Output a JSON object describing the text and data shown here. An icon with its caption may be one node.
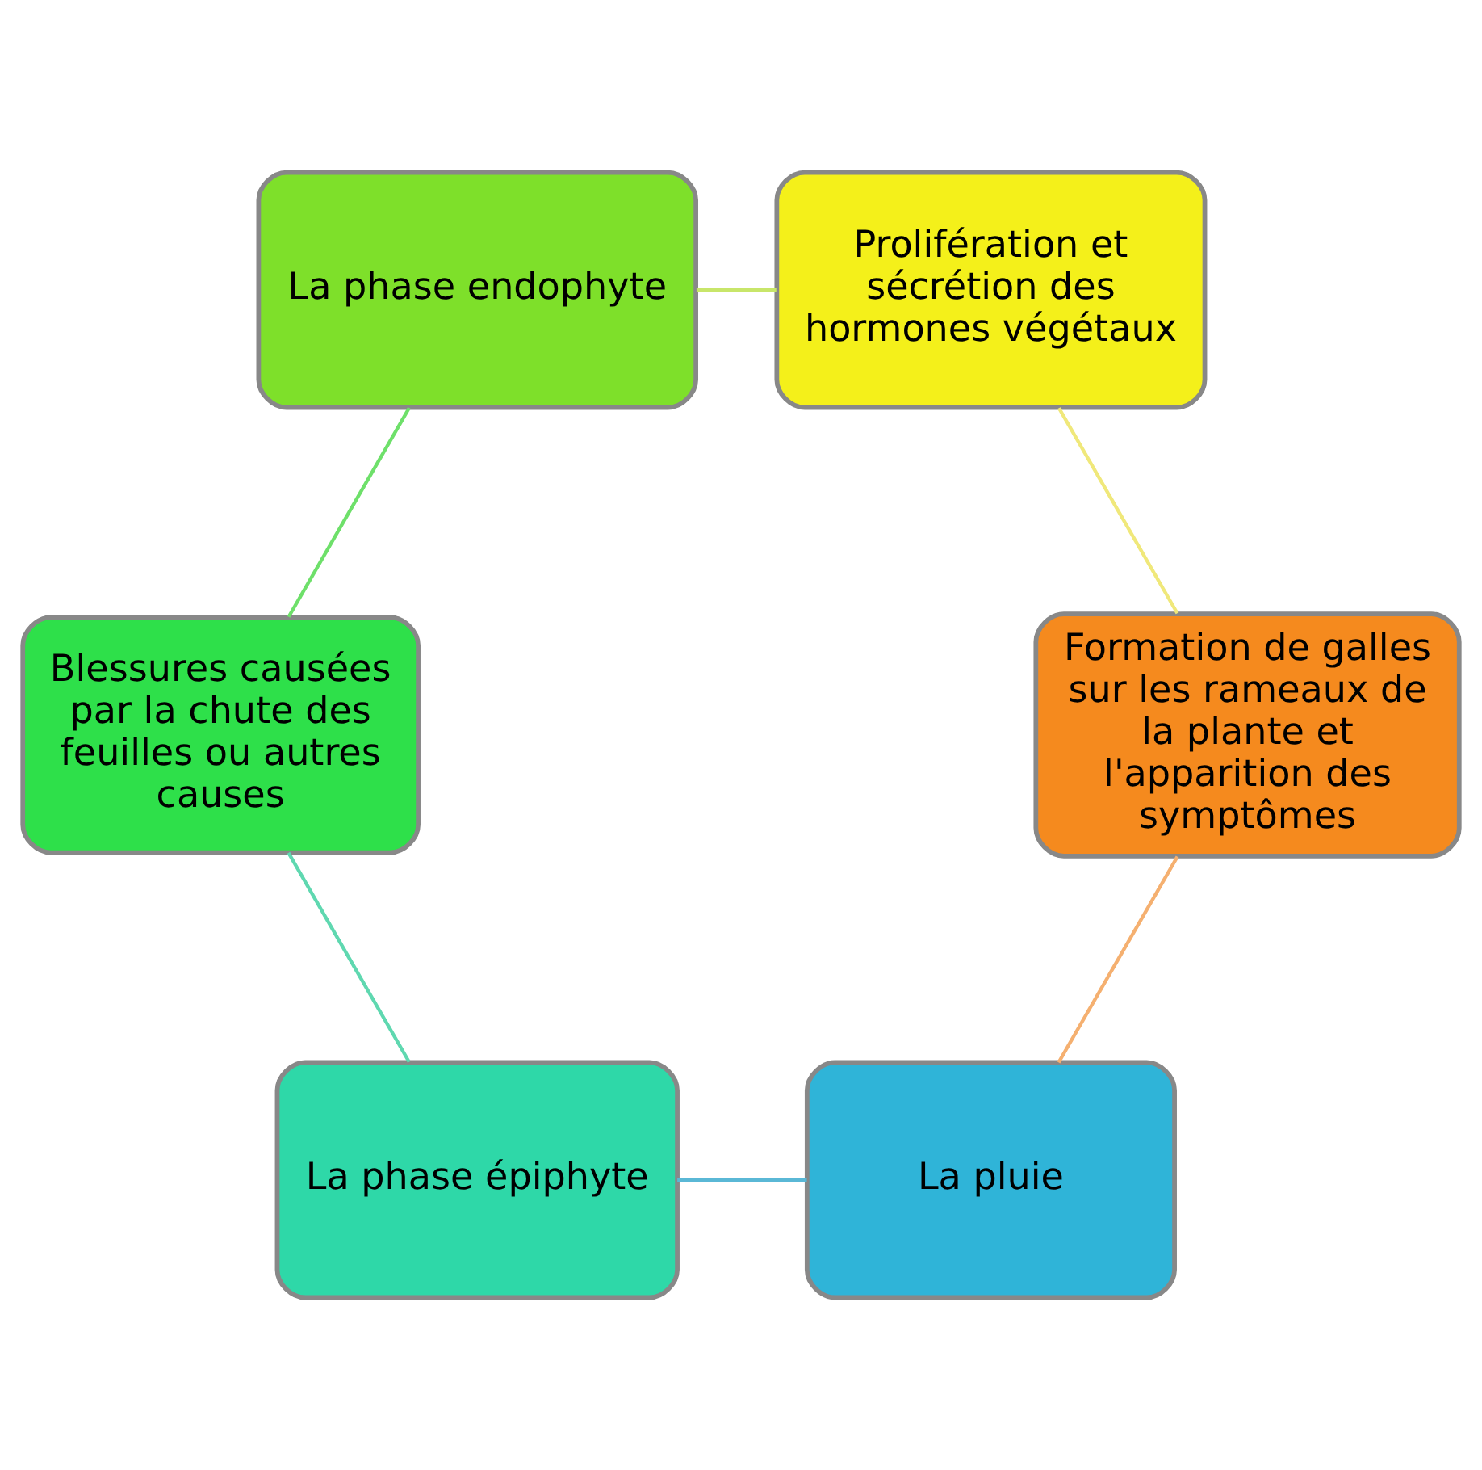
{
  "diagram": {
    "nodes": [
      {
        "text": [
          "La pluie"
        ]
      },
      {
        "text": [
          "La phase épiphyte"
        ]
      },
      {
        "text": [
          "Blessures causées par la chute des feuilles ou autres causes"
        ]
      },
      {
        "text": [
          "La phase endophyte"
        ]
      },
      {
        "text": [
          "Prolifération et sécrétion des hormones végétaux"
        ]
      },
      {
        "text": [
          "Formation de galles sur les rameaux de la plante et l'apparition des symptômes"
        ]
      }
    ],
    "edges": [
      {
        "from": 0,
        "to": 1,
        "arrow": "none",
        "color": "#5ab8d6"
      },
      {
        "from": 1,
        "to": 2,
        "arrow": "none",
        "color": "#5fd8b0"
      },
      {
        "from": 2,
        "to": 3,
        "arrow": "none",
        "color": "#6ee06a"
      },
      {
        "from": 3,
        "to": 4,
        "arrow": "none",
        "color": "#c8e66a"
      },
      {
        "from": 4,
        "to": 5,
        "arrow": "none",
        "color": "#f0e87a"
      },
      {
        "from": 5,
        "to": 0,
        "arrow": "none",
        "color": "#f5b070"
      }
    ]
  }
}
